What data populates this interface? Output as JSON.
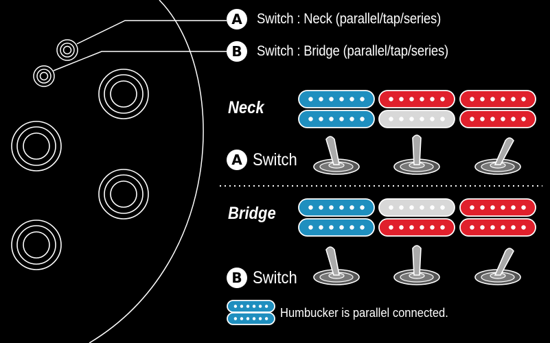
{
  "callouts": [
    {
      "badge": "A",
      "text": "Switch : Neck (parallel/tap/series)"
    },
    {
      "badge": "B",
      "text": "Switch : Bridge (parallel/tap/series)"
    }
  ],
  "sections": {
    "neck": {
      "label": "Neck",
      "switch_badge": "A",
      "switch_label": "Switch"
    },
    "bridge": {
      "label": "Bridge",
      "switch_badge": "B",
      "switch_label": "Switch"
    }
  },
  "legend": {
    "text": "Humbucker is parallel connected."
  },
  "colors": {
    "blue": "#1f8fbf",
    "red": "#e0202c",
    "white": "#d8d8d8",
    "line": "#ffffff"
  },
  "neck_states": [
    {
      "coils": [
        "blue",
        "blue"
      ],
      "toggle": "left"
    },
    {
      "coils": [
        "red",
        "white"
      ],
      "toggle": "center"
    },
    {
      "coils": [
        "red",
        "red"
      ],
      "toggle": "right"
    }
  ],
  "bridge_states": [
    {
      "coils": [
        "blue",
        "blue"
      ],
      "toggle": "left"
    },
    {
      "coils": [
        "white",
        "red"
      ],
      "toggle": "center"
    },
    {
      "coils": [
        "red",
        "red"
      ],
      "toggle": "right"
    }
  ]
}
